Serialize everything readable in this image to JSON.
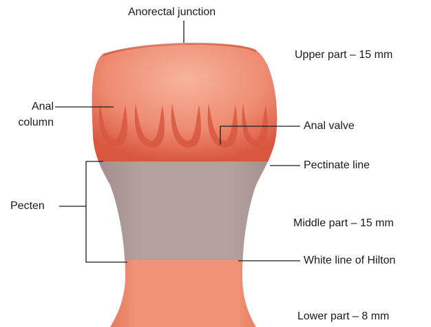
{
  "labels": {
    "anorectal_junction": "Anorectal junction",
    "upper_part": "Upper part – 15 mm",
    "anal_column_line1": "Anal",
    "anal_column_line2": "column",
    "anal_valve": "Anal valve",
    "pectinate_line": "Pectinate line",
    "pecten": "Pecten",
    "middle_part": "Middle part – 15 mm",
    "white_line": "White line of Hilton",
    "lower_part": "Lower part – 8 mm"
  },
  "colors": {
    "upper_canal": "#e8725a",
    "upper_canal_light": "#f2a58a",
    "pecten_zone": "#a89a99",
    "lower_canal": "#eb7f66",
    "leader_line": "#1a1a1a"
  }
}
